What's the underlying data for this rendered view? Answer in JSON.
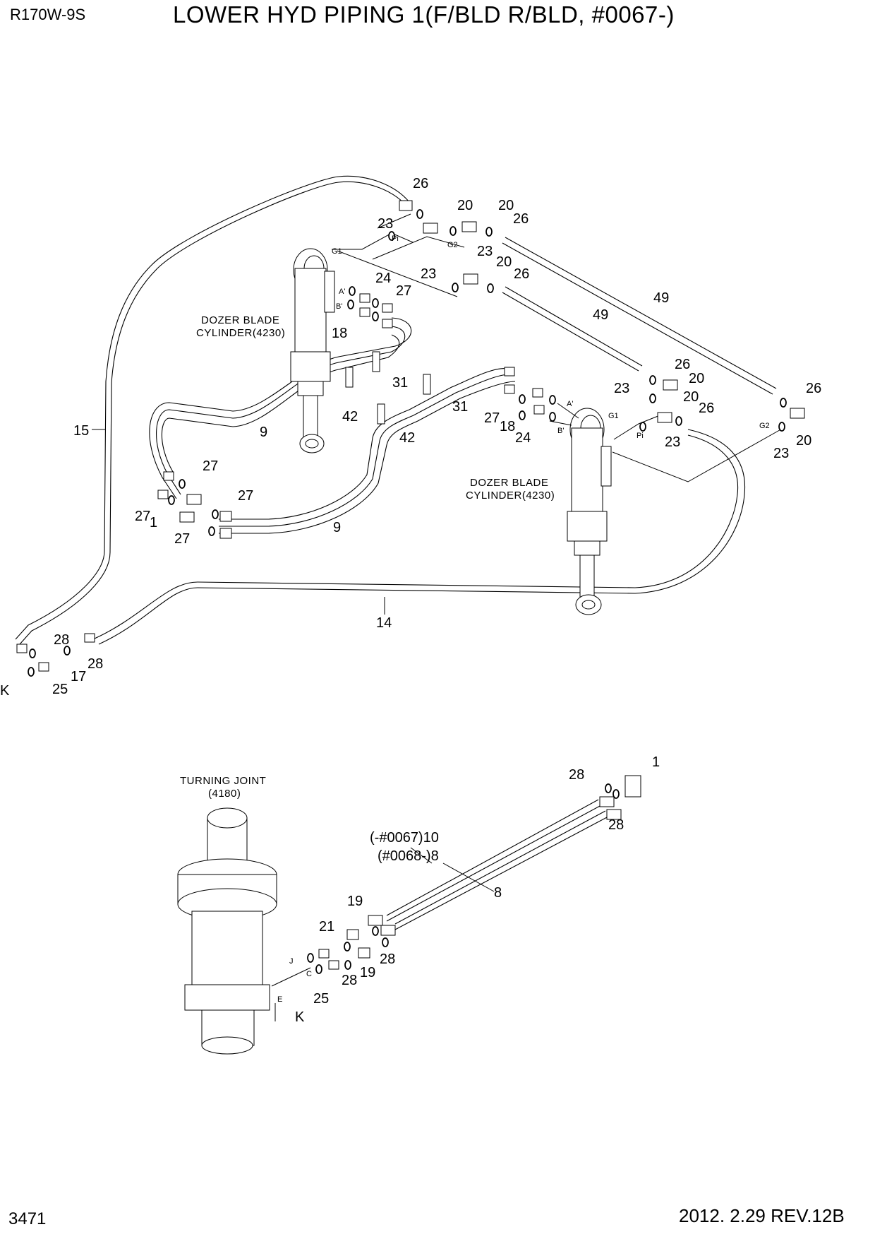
{
  "header": {
    "model": "R170W-9S",
    "title": "LOWER HYD PIPING 1(F/BLD R/BLD, #0067-)"
  },
  "footer": {
    "page_number": "3471",
    "revision": "2012. 2.29  REV.12B"
  },
  "captions": {
    "cyl1_line1": "DOZER BLADE",
    "cyl1_line2": "CYLINDER(4230)",
    "cyl2_line1": "DOZER BLADE",
    "cyl2_line2": "CYLINDER(4230)",
    "tj_line1": "TURNING JOINT",
    "tj_line2": "(4180)"
  },
  "callouts": {
    "c26a": "26",
    "c20a": "20",
    "c20b": "20",
    "c26b": "26",
    "c23a": "23",
    "c23b": "23",
    "c24a": "24",
    "c27a": "27",
    "c18a": "18",
    "c20c": "20",
    "c26c": "26",
    "c23c": "23",
    "c49a": "49",
    "c49b": "49",
    "c31a": "31",
    "c42a": "42",
    "c31b": "31",
    "c42b": "42",
    "c9a": "9",
    "c9b": "9",
    "c15": "15",
    "c14": "14",
    "c27b": "27",
    "c27c": "27",
    "c27d": "27",
    "c27e": "27",
    "c1a": "1",
    "c27f": "27",
    "c18b": "18",
    "c24b": "24",
    "c26d": "26",
    "c20d": "20",
    "c23d": "23",
    "c20e": "20",
    "c26e": "26",
    "c23e": "23",
    "c26f": "26",
    "c20f": "20",
    "c23f": "23",
    "c28a": "28",
    "c28b": "28",
    "c17": "17",
    "c25a": "25",
    "k1": "K",
    "c1b": "1",
    "c28c": "28",
    "c28d": "28",
    "c10": "(-#0067)10",
    "c8a": "(#0068-)8",
    "c8b": "8",
    "c19a": "19",
    "c19b": "19",
    "c21": "21",
    "c28e": "28",
    "c28f": "28",
    "c25b": "25",
    "k2": "K"
  },
  "port_labels": {
    "g1a": "G1",
    "pia": "Pi",
    "g2a": "G2",
    "apa": "A'",
    "bpa": "B'",
    "apb": "A'",
    "bpb": "B'",
    "g1b": "G1",
    "pib": "Pi",
    "g2b": "G2",
    "j": "J",
    "c": "C",
    "e": "E"
  }
}
